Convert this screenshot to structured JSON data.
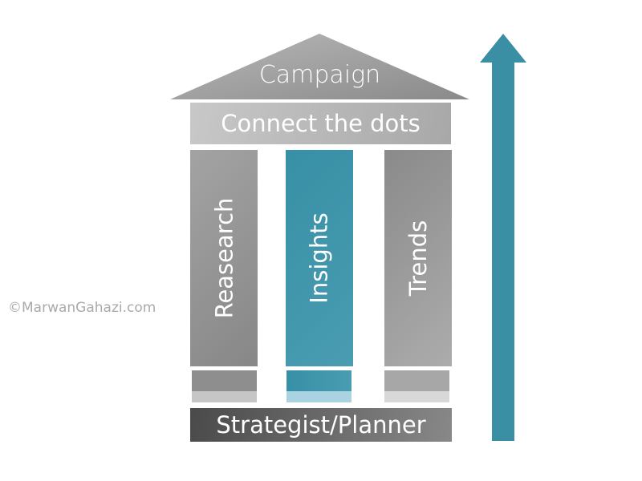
{
  "roof": {
    "label": "Campaign"
  },
  "beam": {
    "label": "Connect the dots"
  },
  "pillars": [
    {
      "label": "Reasearch"
    },
    {
      "label": "Insights"
    },
    {
      "label": "Trends"
    }
  ],
  "foundation": {
    "label": "Strategist/Planner"
  },
  "watermark": "©MarwanGahazi.com",
  "colors": {
    "teal": "#3b8fa5",
    "gray": "#999999",
    "dark": "#555555"
  }
}
